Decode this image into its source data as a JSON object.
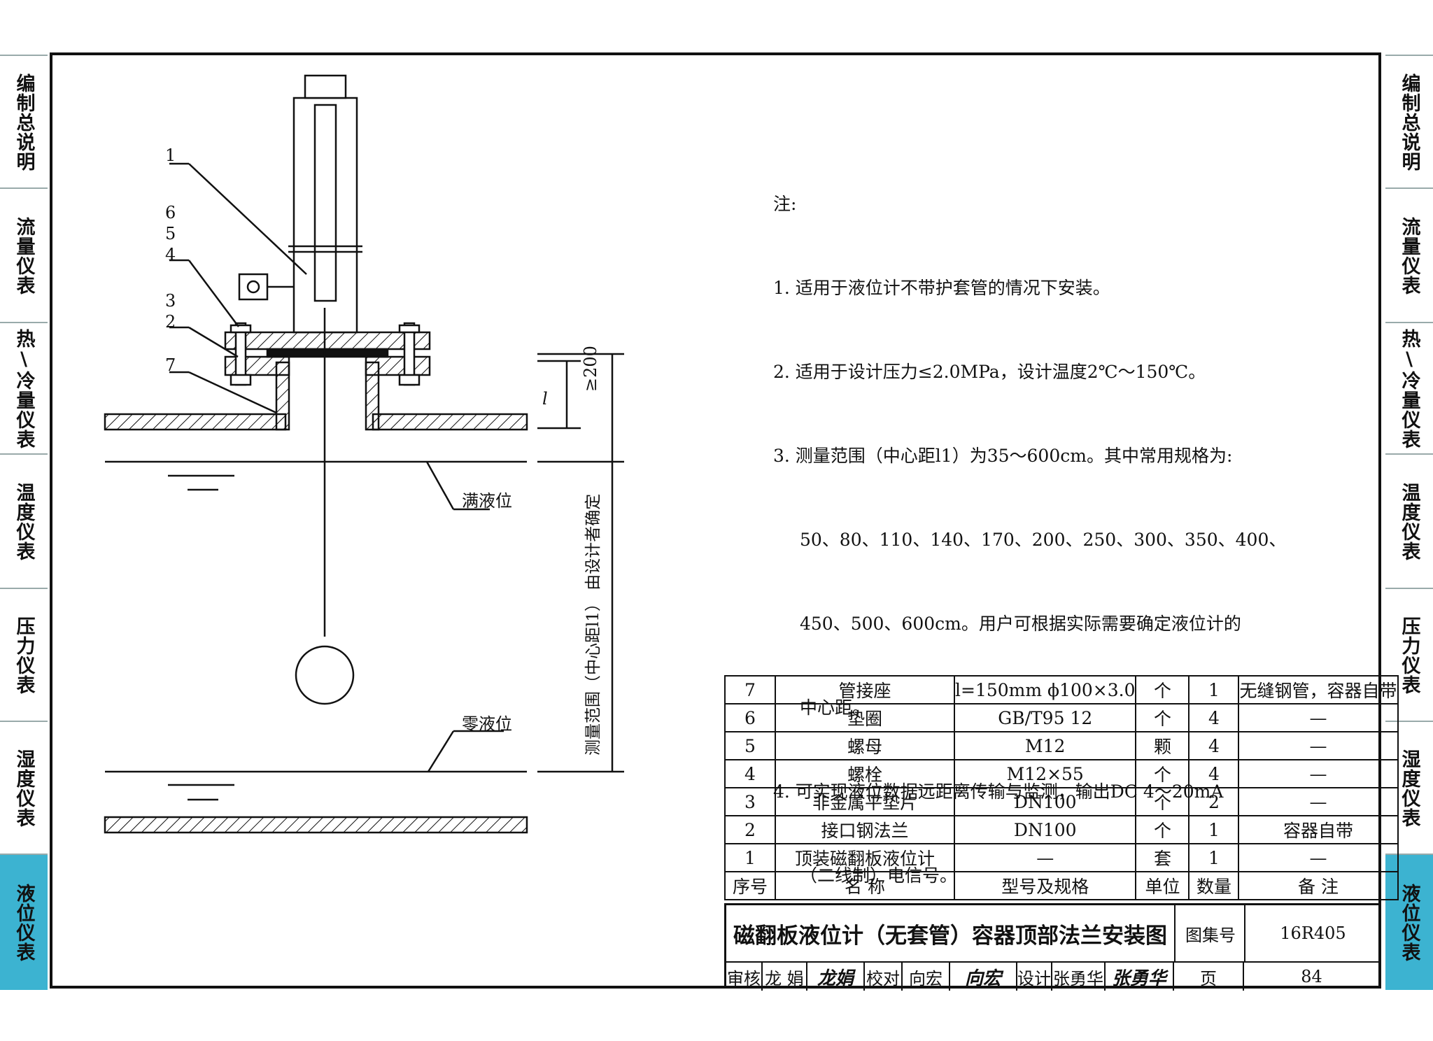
{
  "tabs": [
    "编制总说明",
    "流量仪表",
    "热\\冷量仪表",
    "温度仪表",
    "压力仪表",
    "湿度仪表",
    "液位仪表"
  ],
  "active_tab": "液位仪表",
  "accent_color": "#3cb3d1",
  "notes": {
    "heading": "注:",
    "lines": [
      "1. 适用于液位计不带护套管的情况下安装。",
      "2. 适用于设计压力≤2.0MPa，设计温度2℃～150℃。",
      "3. 测量范围（中心距l1）为35～600cm。其中常用规格为:",
      "50、80、110、140、170、200、250、300、350、400、",
      "450、500、600cm。用户可根据实际需要确定液位计的",
      "中心距。",
      "4. 可实现液位数据远距离传输与监测，输出DC 4～20mA",
      "（二线制）电信号。"
    ]
  },
  "drawing": {
    "callouts": [
      "1",
      "6",
      "5",
      "4",
      "3",
      "2",
      "7"
    ],
    "full_level": "满液位",
    "zero_level": "零液位",
    "dim_l": "l",
    "dim_200": "≥200",
    "dim_range": "测量范围（中心距l1） 由设计者确定"
  },
  "bom": {
    "header": [
      "序号",
      "名 称",
      "型号及规格",
      "单位",
      "数量",
      "备 注"
    ],
    "rows": [
      [
        "7",
        "管接座",
        "l=150mm ϕ100×3.0",
        "个",
        "1",
        "无缝钢管，容器自带"
      ],
      [
        "6",
        "垫圈",
        "GB/T95 12",
        "个",
        "4",
        "—"
      ],
      [
        "5",
        "螺母",
        "M12",
        "颗",
        "4",
        "—"
      ],
      [
        "4",
        "螺栓",
        "M12×55",
        "个",
        "4",
        "—"
      ],
      [
        "3",
        "非金属平垫片",
        "DN100",
        "个",
        "2",
        "—"
      ],
      [
        "2",
        "接口钢法兰",
        "DN100",
        "个",
        "1",
        "容器自带"
      ],
      [
        "1",
        "顶装磁翻板液位计",
        "—",
        "套",
        "1",
        "—"
      ]
    ]
  },
  "title_block": {
    "title": "磁翻板液位计（无套管）容器顶部法兰安装图",
    "atlas_label": "图集号",
    "atlas_no": "16R405",
    "review_label": "审核",
    "review_name": "龙 娟",
    "review_sig": "龙娟",
    "check_label": "校对",
    "check_name": "向宏",
    "check_sig": "向宏",
    "design_label": "设计",
    "design_name": "张勇华",
    "design_sig": "张勇华",
    "page_label": "页",
    "page_no": "84"
  }
}
